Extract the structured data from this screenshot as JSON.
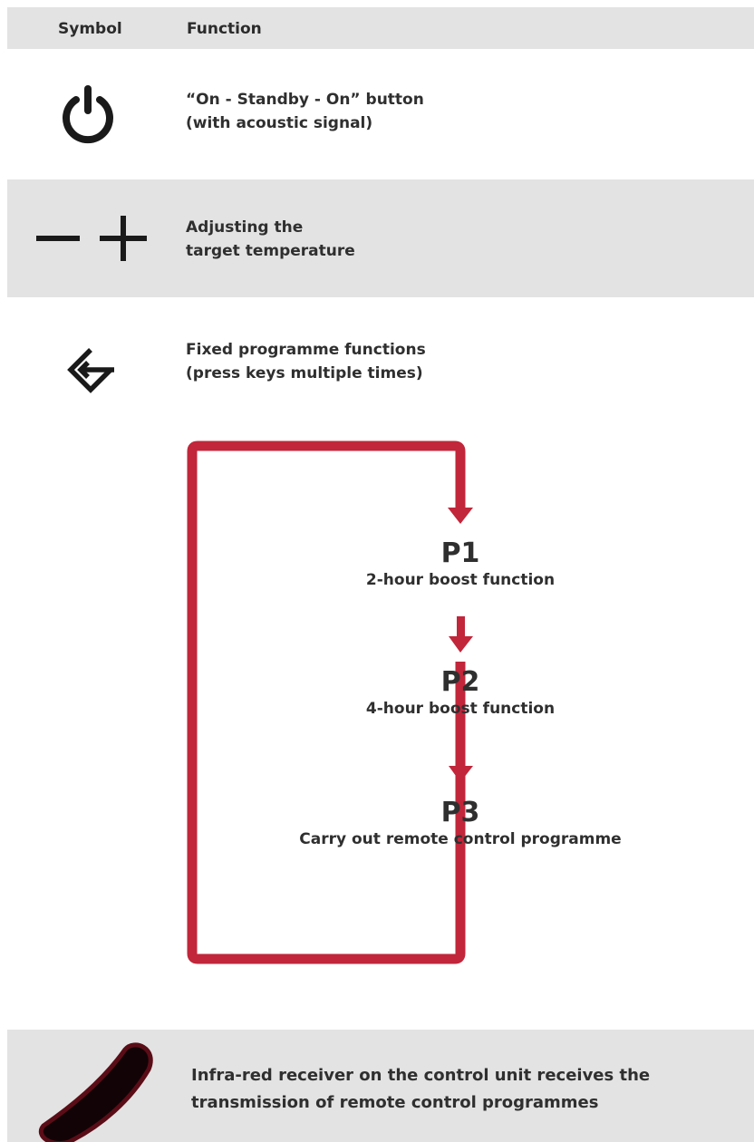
{
  "header": {
    "symbol": "Symbol",
    "function": "Function"
  },
  "rows": [
    {
      "icon": "power-icon",
      "line1": "“On - Standby - On” button",
      "line2": "(with acoustic signal)"
    },
    {
      "icon": "minus-plus-icon",
      "line1": "Adjusting the",
      "line2": "target temperature"
    },
    {
      "icon": "programme-enter-icon",
      "line1": "Fixed programme functions",
      "line2": "(press keys multiple times)"
    }
  ],
  "programmes": [
    {
      "code": "P1",
      "desc": "2-hour boost function"
    },
    {
      "code": "P2",
      "desc": "4-hour boost function"
    },
    {
      "code": "P3",
      "desc": "Carry out remote control programme"
    }
  ],
  "receiver": {
    "icon": "infrared-receiver-icon",
    "line1": "Infra-red receiver on the control unit receives the",
    "line2": "transmission of remote control programmes"
  },
  "colors": {
    "band": "#e3e3e3",
    "accent": "#c1263a",
    "text": "#2f2f2f"
  }
}
